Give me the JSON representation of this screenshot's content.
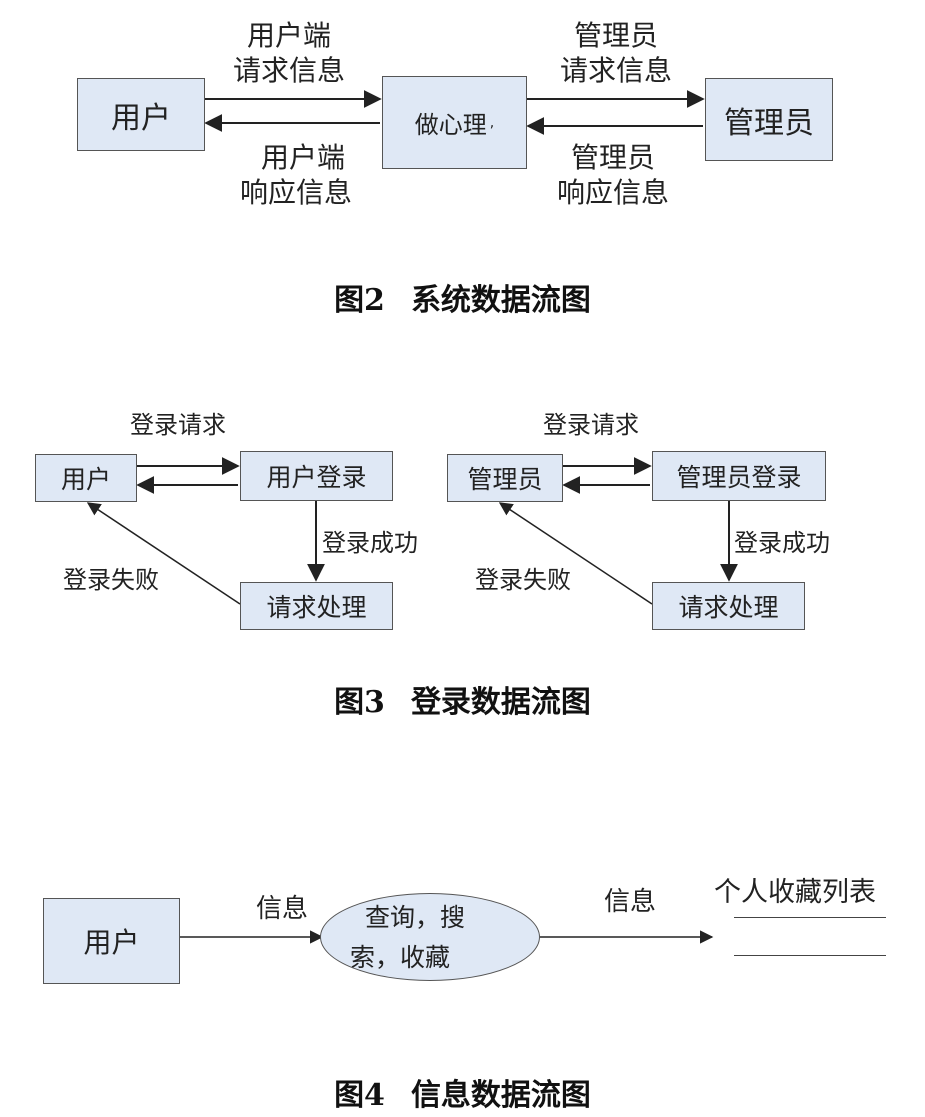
{
  "fig2": {
    "caption_num": "图2",
    "caption_text": "系统数据流图",
    "user": "用户",
    "center": "做心理",
    "center_mark": ",",
    "admin": "管理员",
    "user_req": [
      "用户端",
      "请求信息"
    ],
    "user_resp": [
      "用户端",
      "响应信息"
    ],
    "admin_req": [
      "管理员",
      "请求信息"
    ],
    "admin_resp": [
      "管理员",
      "响应信息"
    ]
  },
  "fig3": {
    "caption_num": "图3",
    "caption_text": "登录数据流图",
    "left": {
      "actor": "用户",
      "login": "用户登录",
      "process": "请求处理",
      "request_label": "登录请求",
      "success_label": "登录成功",
      "fail_label": "登录失败"
    },
    "right": {
      "actor": "管理员",
      "login": "管理员登录",
      "process": "请求处理",
      "request_label": "登录请求",
      "success_label": "登录成功",
      "fail_label": "登录失败"
    }
  },
  "fig4": {
    "caption_num": "图4",
    "caption_text": "信息数据流图",
    "user": "用户",
    "in_label": "信息",
    "process_line1": "查询，搜",
    "process_line2": "索，收藏",
    "out_label": "信息",
    "store": "个人收藏列表"
  }
}
